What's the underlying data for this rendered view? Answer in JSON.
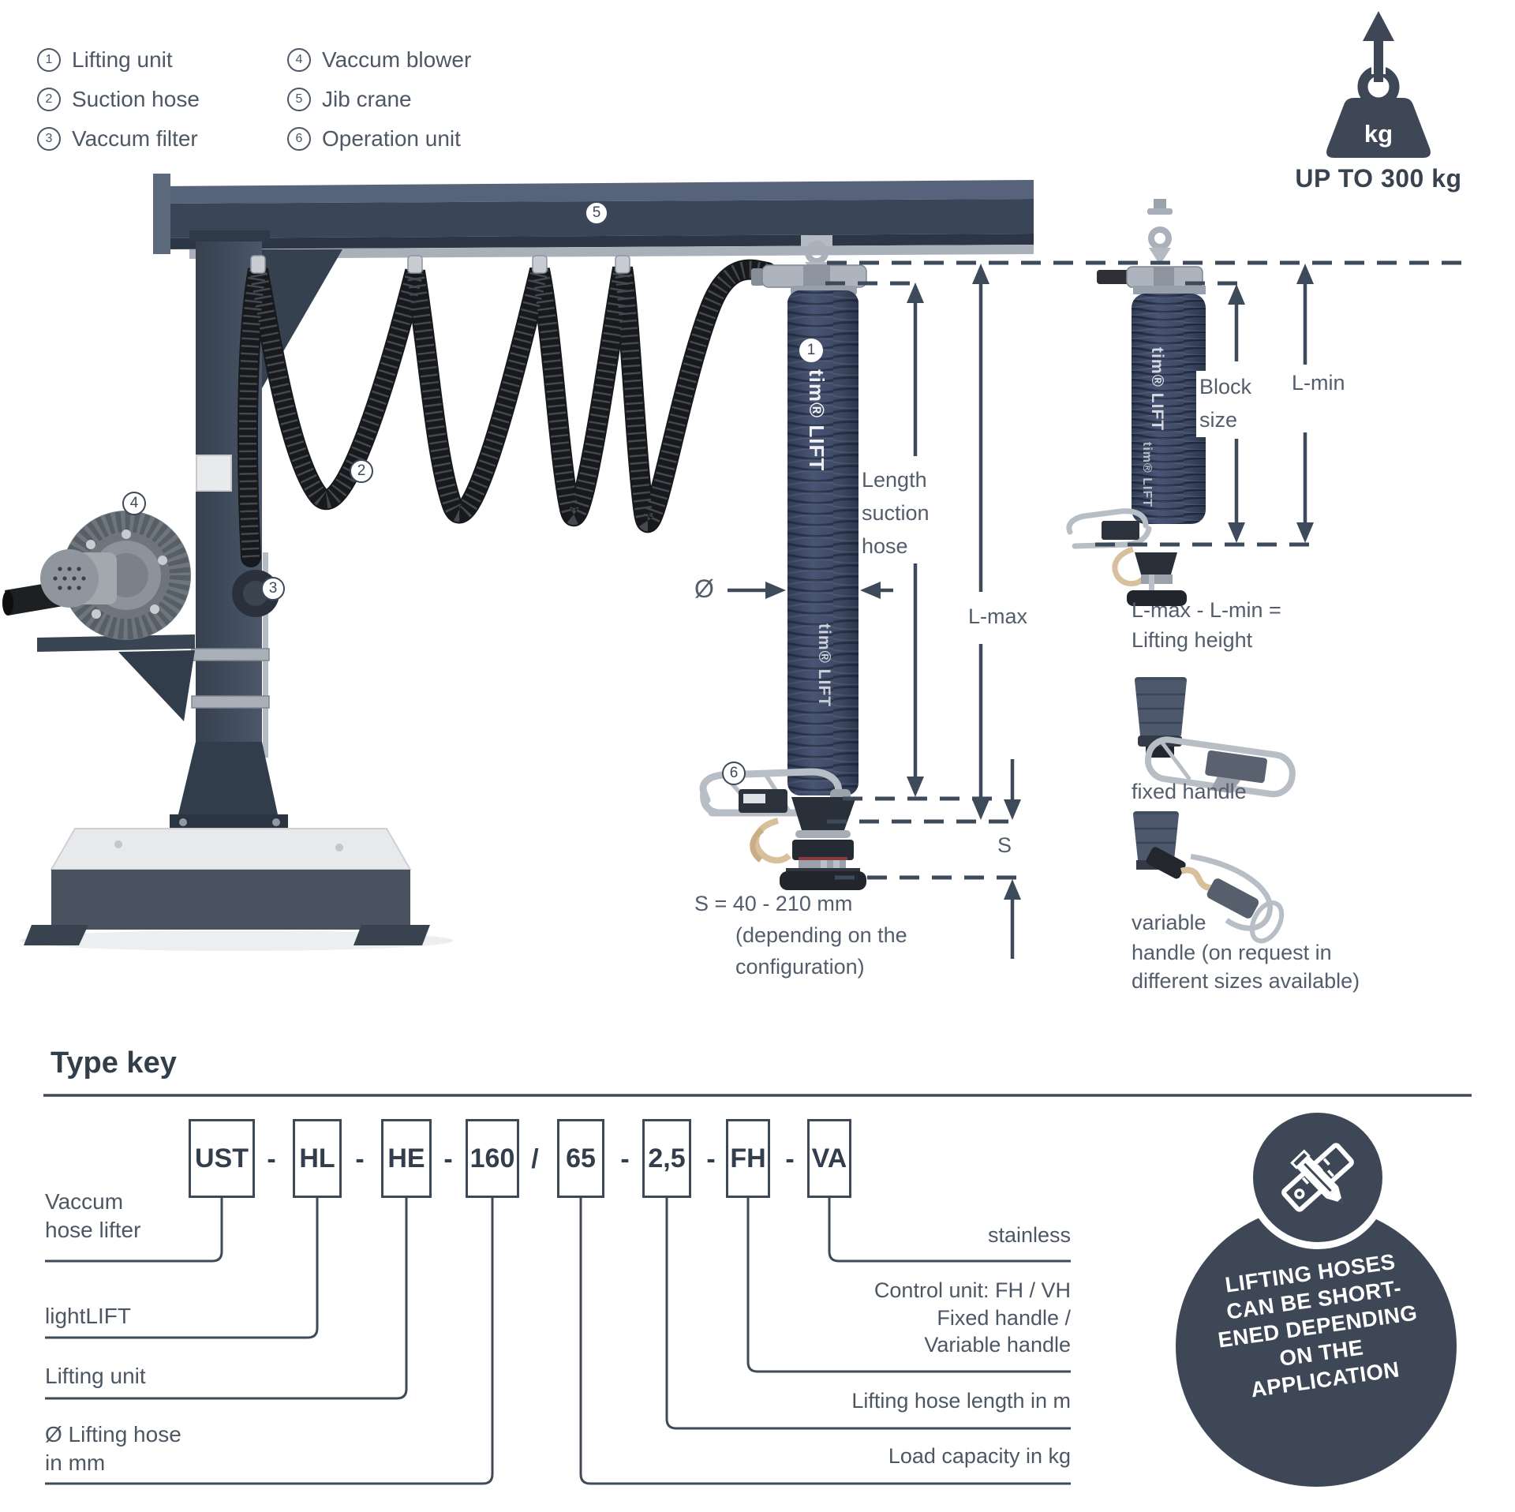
{
  "legend": {
    "items": [
      {
        "num": "1",
        "label": "Lifting unit"
      },
      {
        "num": "2",
        "label": "Suction hose"
      },
      {
        "num": "3",
        "label": "Vaccum filter"
      },
      {
        "num": "4",
        "label": "Vaccum blower"
      },
      {
        "num": "5",
        "label": "Jib crane"
      },
      {
        "num": "6",
        "label": "Operation unit"
      }
    ]
  },
  "capacity": {
    "unit": "kg",
    "text": "UP TO 300 kg"
  },
  "diagram": {
    "markers": [
      "1",
      "2",
      "3",
      "4",
      "5",
      "6"
    ],
    "hose_brand": "tim® LIFT",
    "dims": {
      "length_suction_hose": [
        "Length",
        "suction",
        "hose"
      ],
      "l_max": "L-max",
      "diameter": "Ø",
      "block_size": [
        "Block",
        "size"
      ],
      "l_min": "L-min",
      "s": "S",
      "s_note": [
        "S = 40 - 210 mm",
        "(depending on the",
        "configuration)"
      ],
      "lifting_height": [
        "L-max - L-min =",
        "Lifting height"
      ],
      "fixed_handle": "fixed handle",
      "variable_handle": [
        "variable",
        "handle (on request in",
        "different sizes available)"
      ]
    }
  },
  "type_key": {
    "title": "Type key",
    "codes": [
      "UST",
      "HL",
      "HE",
      "160",
      "65",
      "2,5",
      "FH",
      "VA"
    ],
    "separators": [
      "-",
      "-",
      "-",
      "/",
      "-",
      "-",
      "-"
    ],
    "left_labels": [
      {
        "lines": [
          "Vaccum",
          "hose lifter"
        ]
      },
      {
        "lines": [
          "lightLIFT"
        ]
      },
      {
        "lines": [
          "Lifting unit"
        ]
      },
      {
        "lines": [
          "Ø Lifting hose",
          "in mm"
        ]
      }
    ],
    "right_labels": [
      {
        "lines": [
          "stainless"
        ]
      },
      {
        "lines": [
          "Control unit: FH / VH",
          "Fixed handle /",
          "Variable handle"
        ]
      },
      {
        "lines": [
          "Lifting hose length in m"
        ]
      },
      {
        "lines": [
          "Load capacity in kg"
        ]
      }
    ]
  },
  "badge": {
    "lines": [
      "LIFTING HOSES",
      "CAN BE SHORT-",
      "ENED DEPENDING",
      "ON THE",
      "APPLICATION"
    ]
  },
  "colors": {
    "slate": "#3d4756",
    "label_gray": "#535d6b",
    "navy_hose": "#3e4a63",
    "accent_line": "#3d4a5a"
  }
}
